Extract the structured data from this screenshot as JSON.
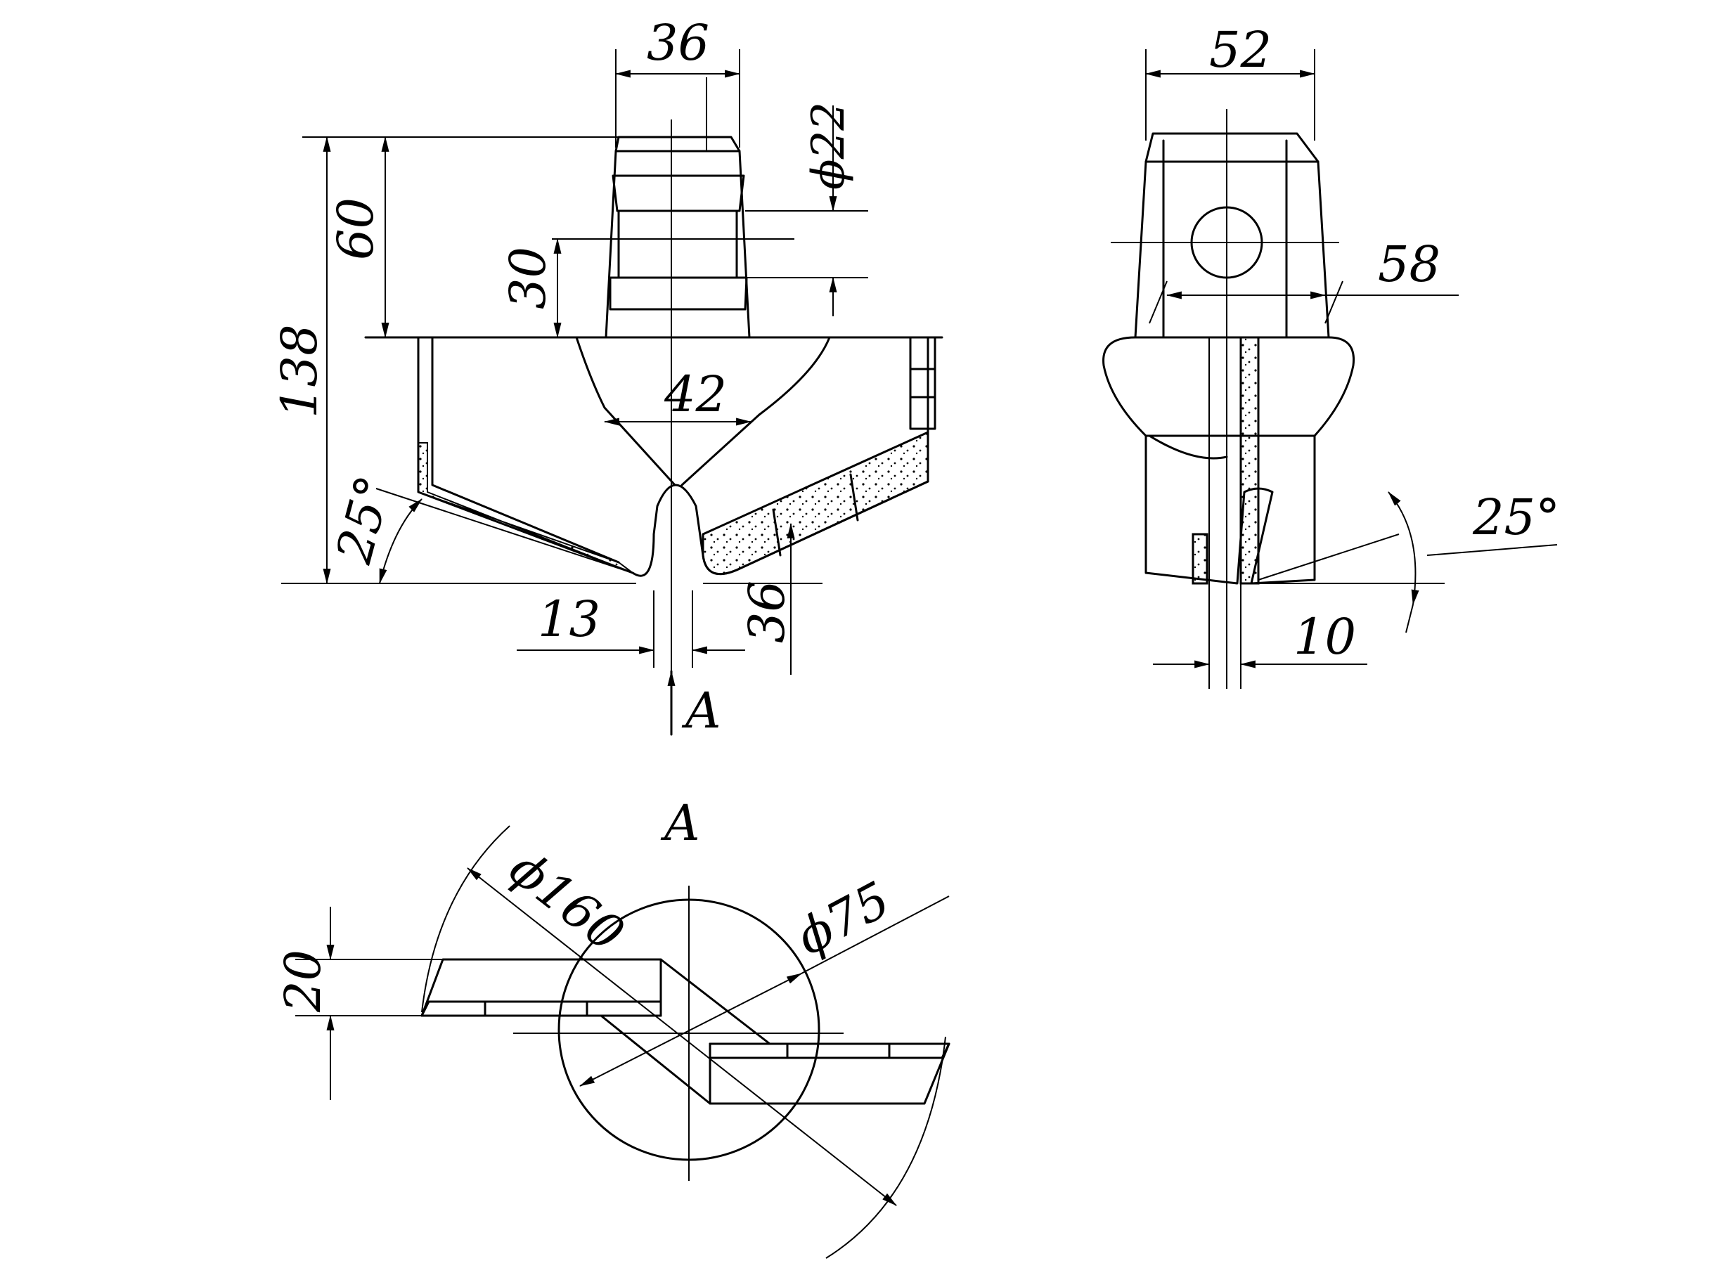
{
  "labels": {
    "dim_36_top": "36",
    "dim_52": "52",
    "dim_22": "ϕ22",
    "dim_60": "60",
    "dim_30": "30",
    "dim_138": "138",
    "dim_42": "42",
    "dim_58": "58",
    "dim_25_left": "25°",
    "dim_25_right": "25°",
    "dim_13": "13",
    "dim_36_bottom": "36",
    "dim_10": "10",
    "view_arrow": "A",
    "view_title": "A",
    "dim_160": "ϕ160",
    "dim_75": "ϕ75",
    "dim_20": "20"
  },
  "colors": {
    "line": "#000000",
    "hatch": "#000000",
    "background": "#ffffff"
  }
}
